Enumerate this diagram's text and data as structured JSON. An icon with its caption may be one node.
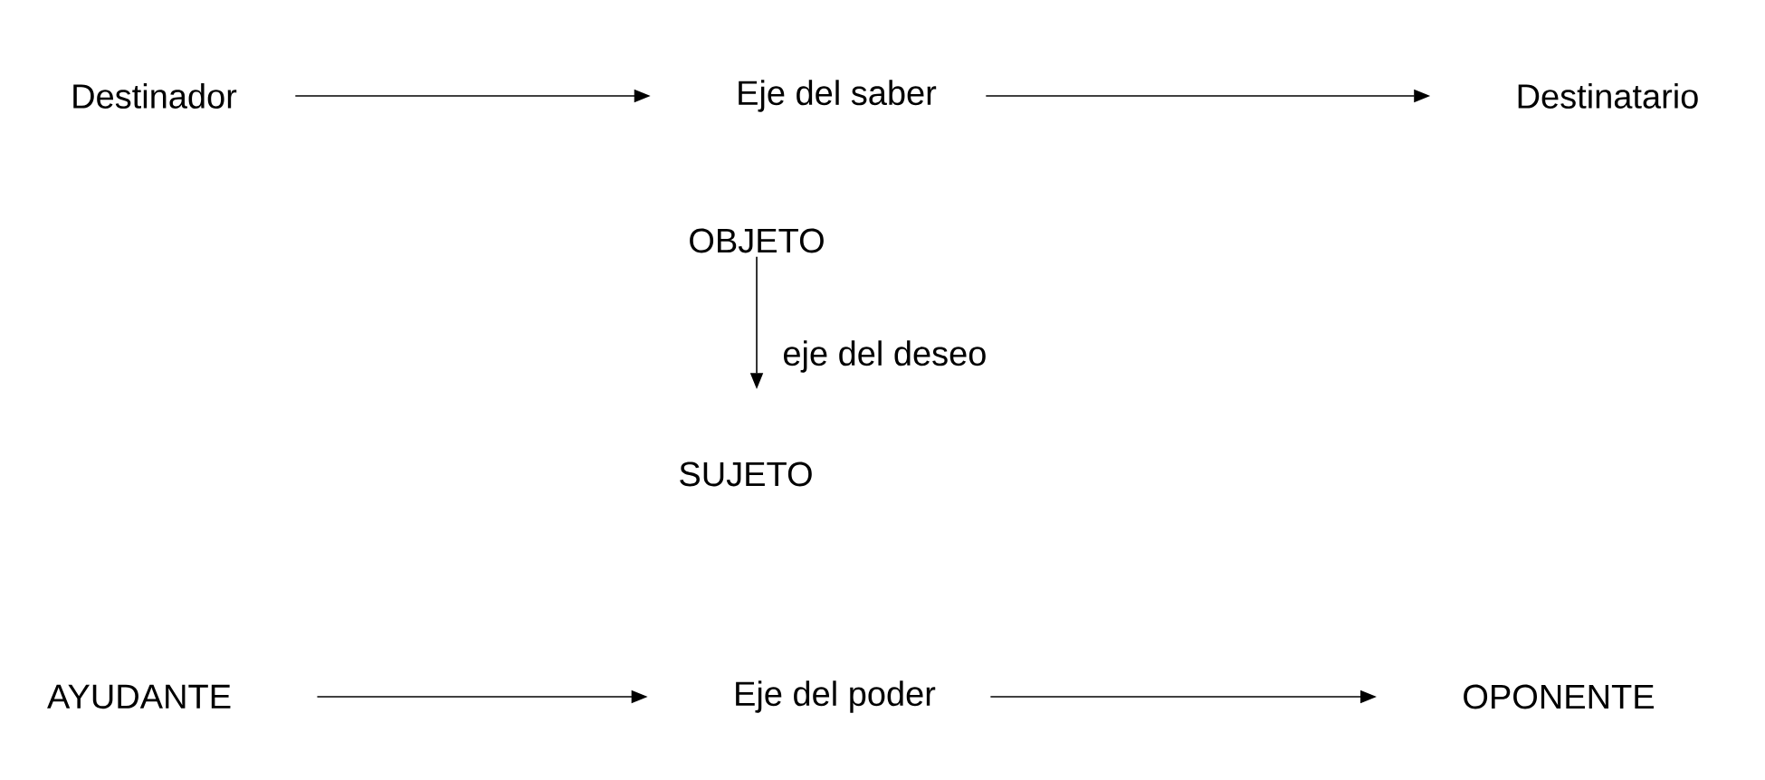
{
  "diagram": {
    "nodes": [
      {
        "text": [
          "Destinador"
        ]
      },
      {
        "text": [
          "Eje del saber"
        ]
      },
      {
        "text": [
          "Destinatario"
        ]
      },
      {
        "text": [
          "OBJETO"
        ]
      },
      {
        "text": [
          "SUJETO"
        ]
      },
      {
        "text": [
          "AYUDANTE"
        ]
      },
      {
        "text": [
          "Eje del poder"
        ]
      },
      {
        "text": [
          "OPONENTE"
        ]
      }
    ],
    "edges": [
      {
        "from": 0,
        "to": 1,
        "arrow": "to"
      },
      {
        "from": 1,
        "to": 2,
        "arrow": "to"
      },
      {
        "from": 3,
        "to": 4,
        "arrow": "to",
        "label": "eje del deseo"
      },
      {
        "from": 5,
        "to": 6,
        "arrow": "to"
      },
      {
        "from": 6,
        "to": 7,
        "arrow": "to"
      }
    ]
  }
}
